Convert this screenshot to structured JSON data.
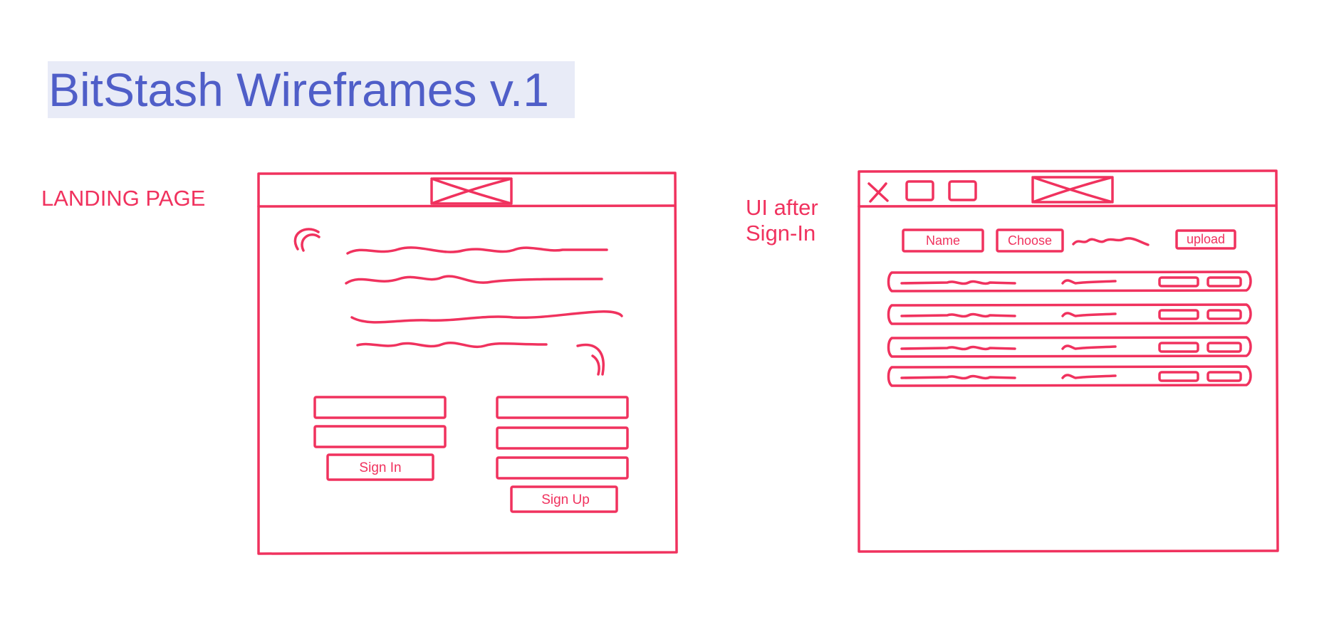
{
  "title": "BitStash Wireframes v.1",
  "colors": {
    "accent": "#f0325e",
    "title": "#4f5ec8",
    "title_bg": "#e8ebf7"
  },
  "landing": {
    "label": "LANDING PAGE",
    "sign_in_label": "Sign In",
    "sign_up_label": "Sign Up"
  },
  "after_sign_in": {
    "label_lines": [
      "UI after",
      "Sign-In"
    ],
    "name_label": "Name",
    "choose_label": "Choose",
    "upload_label": "upload"
  }
}
